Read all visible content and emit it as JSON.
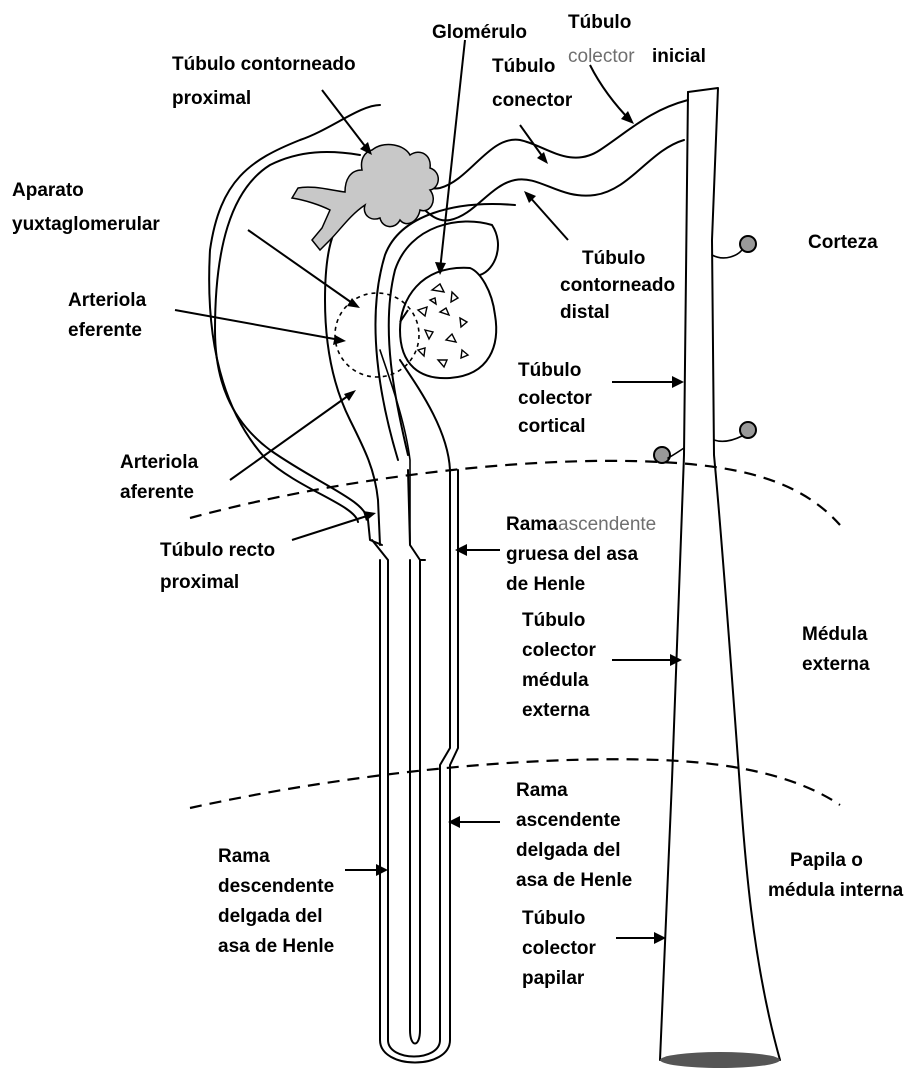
{
  "labels": {
    "glomerulo": "Glomérulo",
    "tubulo_colector_inicial_1": "Túbulo",
    "tubulo_colector_inicial_2a": "colector",
    "tubulo_colector_inicial_2b": "inicial",
    "tubulo_contorneado_proximal_1": "Túbulo contorneado",
    "tubulo_contorneado_proximal_2": "proximal",
    "tubulo_conector_1": "Túbulo",
    "tubulo_conector_2": "conector",
    "aparato_1": "Aparato",
    "aparato_2": "yuxtaglomerular",
    "corteza": "Corteza",
    "tcd_1": "Túbulo",
    "tcd_2": "contorneado",
    "tcd_3": "distal",
    "arteriola_eferente_1": "Arteriola",
    "arteriola_eferente_2": "eferente",
    "tcc_1": "Túbulo",
    "tcc_2": "colector",
    "tcc_3": "cortical",
    "arteriola_aferente_1": "Arteriola",
    "arteriola_aferente_2": "aferente",
    "rag_1a": "Rama",
    "rag_1b": "ascendente",
    "rag_2": "gruesa del asa",
    "rag_3": "de Henle",
    "trp_1": "Túbulo recto",
    "trp_2": "proximal",
    "tcme_1": "Túbulo",
    "tcme_2": "colector",
    "tcme_3": "médula",
    "tcme_4": "externa",
    "medula_externa_1": "Médula",
    "medula_externa_2": "externa",
    "rad_1": "Rama",
    "rad_2": "ascendente",
    "rad_3": "delgada del",
    "rad_4": "asa de Henle",
    "rdd_1": "Rama",
    "rdd_2": "descendente",
    "rdd_3": "delgada del",
    "rdd_4": "asa de Henle",
    "papila_1": "Papila o",
    "papila_2": "médula interna",
    "tcp_1": "Túbulo",
    "tcp_2": "colector",
    "tcp_3": "papilar"
  },
  "colors": {
    "ink": "#000000",
    "glomerular_fill": "#c8c8c8",
    "accent_gray_text": "#6f6f6f"
  }
}
